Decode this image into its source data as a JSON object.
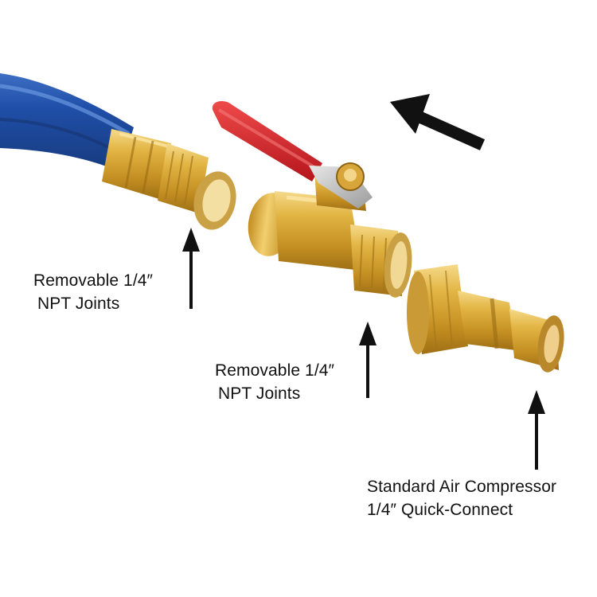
{
  "callouts": [
    {
      "line1": "Removable 1/4″",
      "line2": "NPT Joints"
    },
    {
      "line1": "Removable 1/4″",
      "line2": "NPT Joints"
    },
    {
      "line1": "Standard Air Compressor",
      "line2": "1/4″  Quick-Connect"
    }
  ],
  "colors": {
    "hose": "#1f4fa8",
    "brass": "#d9a93a",
    "handle": "#d7262b",
    "arrow": "#111111"
  }
}
